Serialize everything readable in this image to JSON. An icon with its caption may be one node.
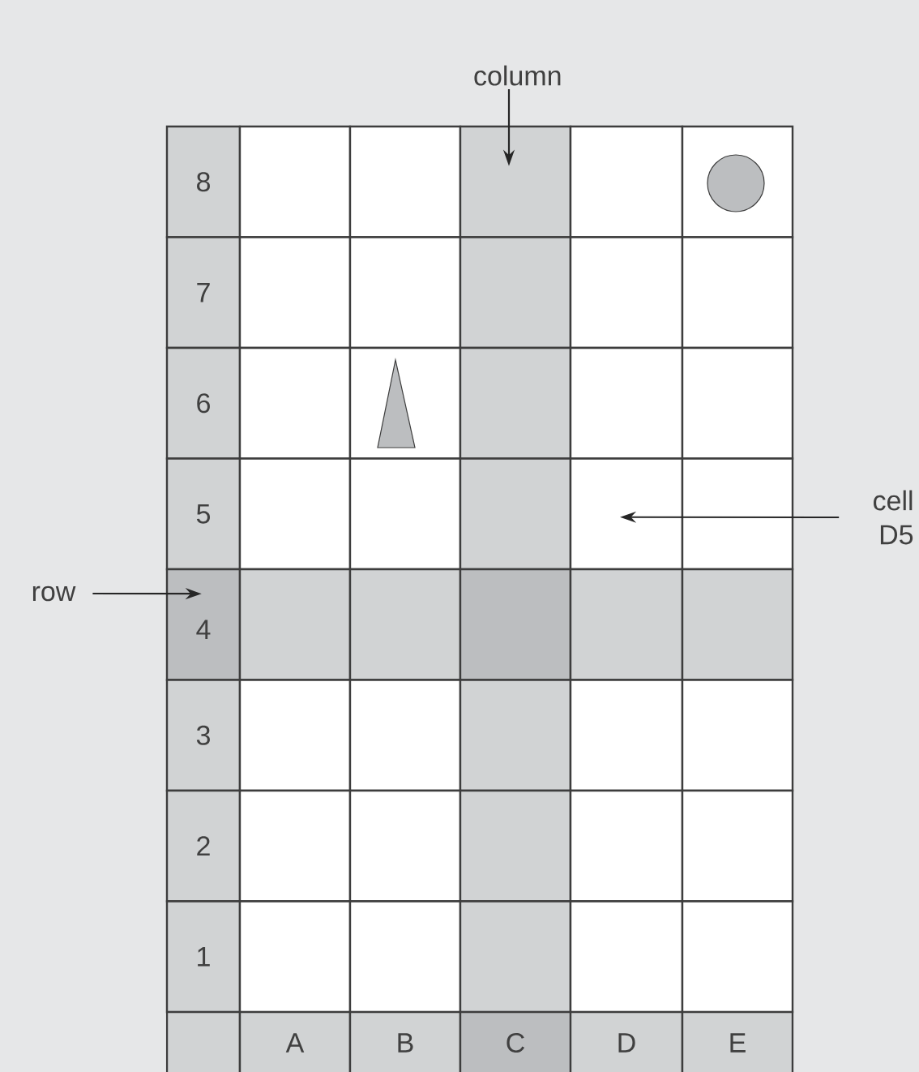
{
  "diagram": {
    "nodes": [
      {
        "text": [
          "column"
        ]
      },
      {
        "text": [
          "row"
        ]
      },
      {
        "text": [
          "cell D5"
        ]
      },
      {
        "text": [],
        "shape": "box"
      },
      {
        "text": [],
        "shape": "box"
      },
      {
        "text": [],
        "shape": "box"
      }
    ],
    "edges": [
      {
        "from": 0,
        "to": 3,
        "arrow": "to"
      },
      {
        "from": 1,
        "to": 4,
        "arrow": "to"
      },
      {
        "from": 2,
        "to": 5,
        "arrow": "to"
      }
    ],
    "labels": [
      "8",
      "7",
      "6",
      "5",
      "4",
      "3",
      "2",
      "1",
      "A",
      "B",
      "C",
      "D",
      "E"
    ]
  }
}
